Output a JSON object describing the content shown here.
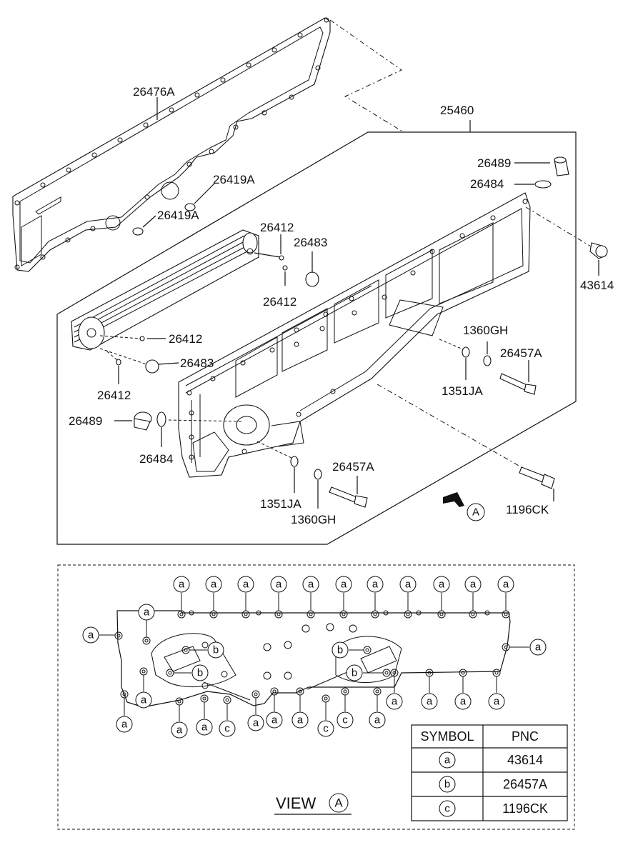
{
  "part_labels": {
    "p26476A": "26476A",
    "p25460": "25460",
    "p26489_top": "26489",
    "p26484_top": "26484",
    "p26419A_1": "26419A",
    "p26419A_2": "26419A",
    "p26412_1": "26412",
    "p26483_1": "26483",
    "p26412_2": "26412",
    "p43614": "43614",
    "p26412_3": "26412",
    "p26483_2": "26483",
    "p26412_4": "26412",
    "p1360GH_1": "1360GH",
    "p26457A_1": "26457A",
    "p1351JA_1": "1351JA",
    "p26489_bot": "26489",
    "p26484_bot": "26484",
    "p26457A_2": "26457A",
    "p1351JA_2": "1351JA",
    "p1360GH_2": "1360GH",
    "p1196CK": "1196CK",
    "view_ref": "A"
  },
  "view": {
    "title": "VIEW",
    "ref": "A"
  },
  "symbol_table": {
    "header_symbol": "SYMBOL",
    "header_pnc": "PNC",
    "rows": [
      {
        "symbol": "a",
        "pnc": "43614"
      },
      {
        "symbol": "b",
        "pnc": "26457A"
      },
      {
        "symbol": "c",
        "pnc": "1196CK"
      }
    ]
  },
  "bubbles": {
    "a": "a",
    "b": "b",
    "c": "c"
  }
}
